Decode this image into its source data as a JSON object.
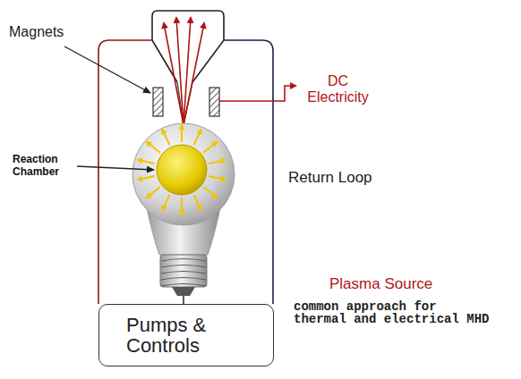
{
  "diagram": {
    "nodes": [
      {
        "text": [
          "Pumps & Controls"
        ]
      }
    ],
    "labels": [
      "Magnets",
      "DC Electricity",
      "Reaction Chamber",
      "Return Loop",
      "Plasma Source",
      "common approach for thermal and electrical MHD"
    ]
  }
}
